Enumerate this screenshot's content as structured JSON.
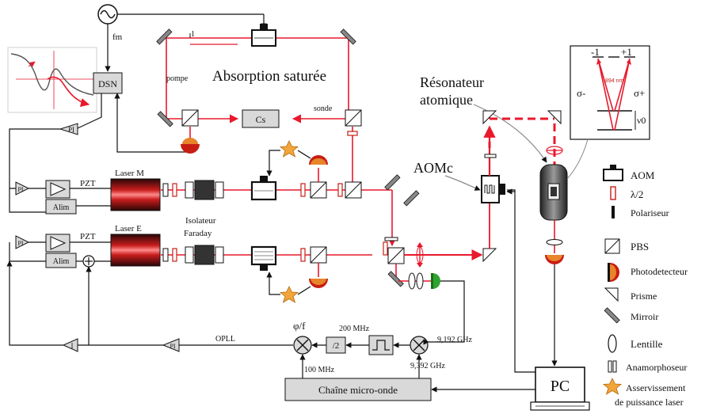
{
  "labels": {
    "fm": "fm",
    "dsn": "DSN",
    "pompe": "pompe",
    "one": "1",
    "absorption": "Absorption saturée",
    "cs": "Cs",
    "sonde": "sonde",
    "resonateur_line1": "Résonateur",
    "resonateur_line2": "atomique",
    "aomc": "AOMc",
    "laser_m": "Laser M",
    "laser_e": "Laser E",
    "pzt_top": "PZT",
    "pzt_bottom": "PZT",
    "alim_top": "Alim",
    "alim_bottom": "Alim",
    "pi_1": "PI",
    "pi_2": "PI",
    "pi_3": "PI",
    "pi_4": "PI",
    "pi_5": "PI",
    "integrator": "I",
    "isolateur_line1": "Isolateur",
    "isolateur_line2": "Faraday",
    "opll": "OPLL",
    "phi_f": "φ/f",
    "div2": "/2",
    "f_200": "200 MHz",
    "f_9192": "9,192 GHz",
    "f_9392": "9,392 GHz",
    "f_100": "100 MHz",
    "chaine": "Chaîne micro-onde",
    "pc": "PC",
    "level_minus1": "-1",
    "level_plus1": "+1",
    "wavelength": "894 nm",
    "sigma_minus": "σ-",
    "sigma_plus": "σ+",
    "nu0": "ν0"
  },
  "legend": [
    {
      "icon": "aom",
      "label": "AOM"
    },
    {
      "icon": "halfwave",
      "label": "λ/2"
    },
    {
      "icon": "polarizer",
      "label": "Polariseur"
    },
    {
      "icon": "pbs",
      "label": "PBS"
    },
    {
      "icon": "photodetector",
      "label": "Photodetecteur"
    },
    {
      "icon": "prism",
      "label": "Prisme"
    },
    {
      "icon": "mirror",
      "label": "Mirroir"
    },
    {
      "icon": "lens",
      "label": "Lentille"
    },
    {
      "icon": "anamorphic",
      "label": "Anamorphoseur"
    },
    {
      "icon": "power-servo-star",
      "label": "Asservissement"
    }
  ],
  "legend_extra": "de puissance laser",
  "colors": {
    "beam": "#e8192c",
    "line": "#111111",
    "pd_orange": "#e8842a",
    "pd_red": "#c71e14",
    "star": "#f2a53a",
    "box_grey": "#d9d9d9",
    "pd_green": "#2fa32f"
  }
}
